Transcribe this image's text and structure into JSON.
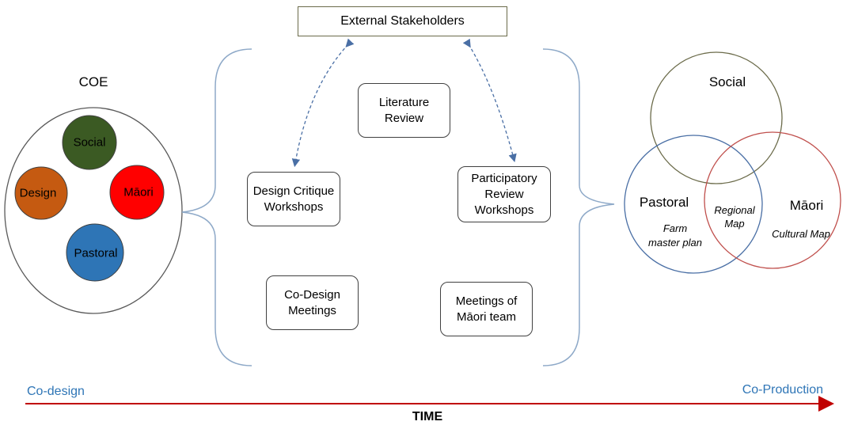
{
  "stakeholders": {
    "label": "External Stakeholders"
  },
  "coe": {
    "title": "COE",
    "circles": [
      {
        "label": "Social",
        "color": "#3b5a23"
      },
      {
        "label": "Design",
        "color": "#c55a11"
      },
      {
        "label": "Māori",
        "color": "#ff0000"
      },
      {
        "label": "Pastoral",
        "color": "#2e75b6"
      }
    ]
  },
  "activities": {
    "literature_review": "Literature\nReview",
    "design_critique": "Design Critique\nWorkshops",
    "participatory_review": "Participatory\nReview\nWorkshops",
    "co_design_meetings": "Co-Design\nMeetings",
    "maori_team_meetings": "Meetings of\nMāori team"
  },
  "venn": {
    "social": "Social",
    "pastoral": "Pastoral",
    "maori": "Māori",
    "farm_plan": "Farm\nmaster plan",
    "regional_map": "Regional\nMap",
    "cultural_map": "Cultural Map",
    "colors": {
      "social": "#6b6b4a",
      "pastoral": "#4a6fa5",
      "maori": "#c0504d"
    }
  },
  "timeline": {
    "start_label": "Co-design",
    "end_label": "Co-Production",
    "axis_label": "TIME",
    "color": "#c00000",
    "label_color": "#2e75b6"
  }
}
